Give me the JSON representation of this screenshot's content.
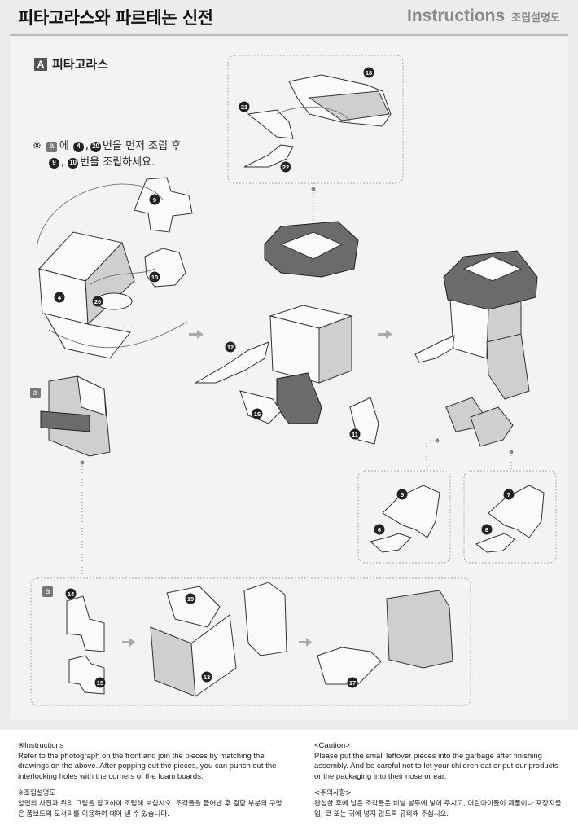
{
  "header": {
    "title": "피타고라스와 파르테논 신전",
    "instructions_en": "Instructions",
    "instructions_ko": "조립설명도"
  },
  "section": {
    "badge": "A",
    "name": "피타고라스"
  },
  "note": {
    "mark": "※",
    "sub_badge": "a",
    "text1": "에",
    "num1": "4",
    "sep": ",",
    "num2": "20",
    "text2": "번을 먼저 조립 후",
    "num3": "9",
    "num4": "10",
    "text3": "번을 조립하세요."
  },
  "diagram": {
    "sub_label": "a",
    "sub_label_bottom": "a",
    "piece_numbers": [
      "18",
      "21",
      "22",
      "9",
      "10",
      "4",
      "20",
      "12",
      "15",
      "11",
      "5",
      "6",
      "7",
      "8",
      "14",
      "15",
      "19",
      "13",
      "17"
    ]
  },
  "footer": {
    "left_en_heading": "※Instructions",
    "left_en_body": "Refer to the photograph on the front and join the pieces by matching the drawings on the above. After popping out the pieces, you can punch out the interlocking holes with the corners of the foam boards.",
    "left_ko_heading": "※조립설명도",
    "left_ko_body": "앞면의 사진과 위의 그림을 참고하여 조립해 보십시오. 조각들을 뜯어낸 후 결합 부분의 구멍은 폼보드의 모서리를 이용하여 떼어 낼 수 있습니다.",
    "right_en_heading": "<Caution>",
    "right_en_body": "Please put the small leftover pieces into the garbage after finishing assembly. And be careful not to let your children eat or put our products or the packaging into their nose or ear.",
    "right_ko_heading": "<주의사항>",
    "right_ko_body": "완성한 후에 남은 조각들은 비닐 봉투에 넣어 주시고, 어린아이들이 제품이나 포장지를 입, 코 또는 귀에 넣지 않도록 유의해 주십시오."
  }
}
